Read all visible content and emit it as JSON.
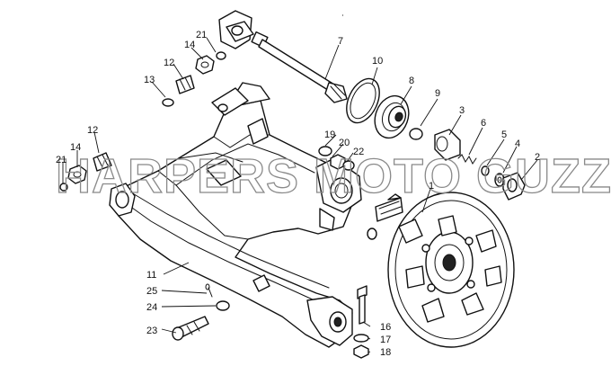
{
  "watermark": "HARPERS MOTO GUZZI©",
  "callouts": {
    "c1": "1",
    "c2": "2",
    "c3": "3",
    "c4": "4",
    "c5": "5",
    "c6": "6",
    "c7": "7",
    "c8": "8",
    "c9": "9",
    "c10": "10",
    "c11": "11",
    "c12a": "12",
    "c12b": "12",
    "c13": "13",
    "c14a": "14",
    "c14b": "14",
    "c16": "16",
    "c17": "17",
    "c18": "18",
    "c19": "19",
    "c20": "20",
    "c21a": "21",
    "c21b": "21",
    "c22": "22",
    "c23": "23",
    "c24": "24",
    "c25": "25"
  }
}
